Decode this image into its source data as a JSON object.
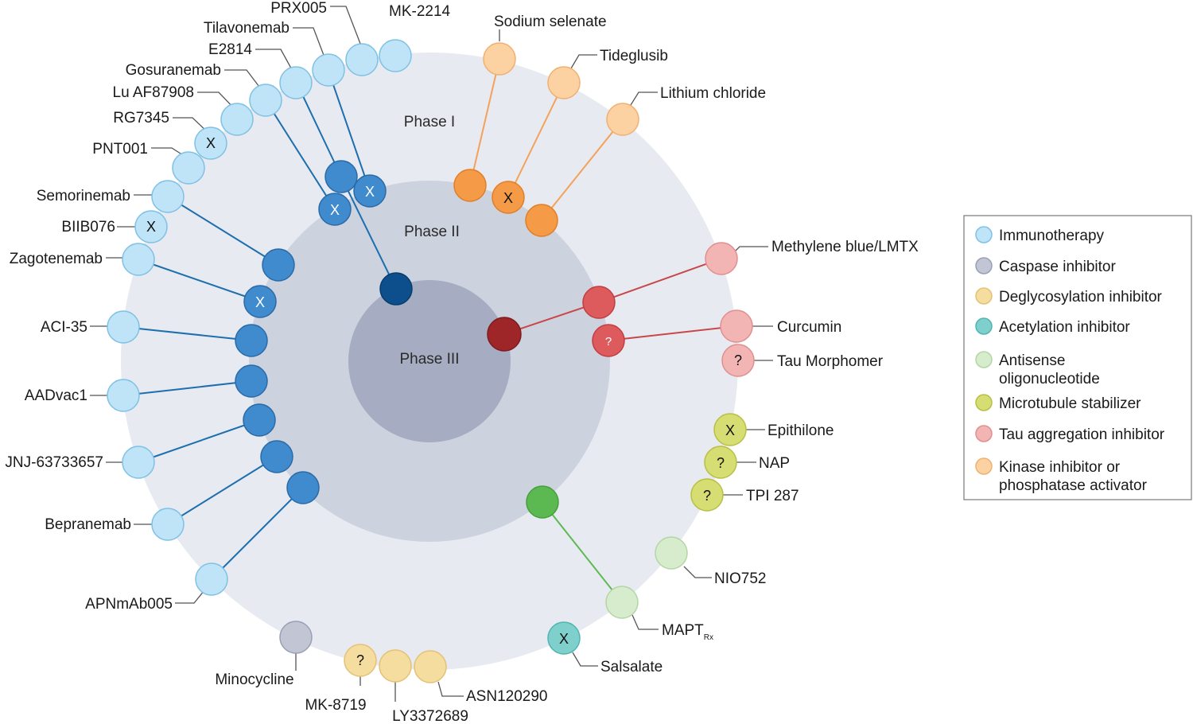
{
  "phases": [
    "Phase I",
    "Phase II",
    "Phase III"
  ],
  "colors": {
    "ring_phase1": "#e8eaf1",
    "ring_phase2": "#cdd2df",
    "ring_phase3": "#a6adc2",
    "immuno_light": "#bfe4f8",
    "immuno_stroke": "#7fc1e4",
    "immuno_mid": "#3f8bcd",
    "immuno_dark": "#0c4f8c",
    "immuno_line": "#1d6fae",
    "kinase_light": "#fcd2a3",
    "kinase_mid": "#f59a47",
    "kinase_line": "#f2a25a",
    "tau_light": "#f3b5b4",
    "tau_mid": "#de5b5d",
    "tau_dark": "#9e2628",
    "tau_line": "#c8484a",
    "asense_light": "#d7ebcd",
    "asense_mid": "#5cb851",
    "asense_line": "#5cb851",
    "acetyl_light": "#7fd0cc",
    "caspase_light": "#c2c5d4",
    "degly_light": "#f5dda0",
    "microtub_light": "#d6dd72"
  },
  "drugs": [
    {
      "name": "MK-2214",
      "class": "immunotherapy"
    },
    {
      "name": "PRX005",
      "class": "immunotherapy"
    },
    {
      "name": "Tilavonemab",
      "class": "immunotherapy",
      "discontinued": "X"
    },
    {
      "name": "E2814",
      "class": "immunotherapy"
    },
    {
      "name": "Gosuranemab",
      "class": "immunotherapy",
      "discontinued": "X"
    },
    {
      "name": "Lu AF87908",
      "class": "immunotherapy"
    },
    {
      "name": "RG7345",
      "class": "immunotherapy",
      "mark": "X"
    },
    {
      "name": "PNT001",
      "class": "immunotherapy"
    },
    {
      "name": "Semorinemab",
      "class": "immunotherapy"
    },
    {
      "name": "BIIB076",
      "class": "immunotherapy",
      "mark": "X"
    },
    {
      "name": "Zagotenemab",
      "class": "immunotherapy",
      "discontinued": "X"
    },
    {
      "name": "ACI-35",
      "class": "immunotherapy"
    },
    {
      "name": "AADvac1",
      "class": "immunotherapy"
    },
    {
      "name": "JNJ-63733657",
      "class": "immunotherapy"
    },
    {
      "name": "Bepranemab",
      "class": "immunotherapy"
    },
    {
      "name": "APNmAb005",
      "class": "immunotherapy"
    },
    {
      "name": "Sodium selenate",
      "class": "kinase"
    },
    {
      "name": "Tideglusib",
      "class": "kinase",
      "discontinued": "X"
    },
    {
      "name": "Lithium chloride",
      "class": "kinase"
    },
    {
      "name": "Methylene blue/LMTX",
      "class": "tau_aggregation"
    },
    {
      "name": "Curcumin",
      "class": "tau_aggregation",
      "phase2_mark": "?"
    },
    {
      "name": "Tau Morphomer",
      "class": "tau_aggregation",
      "mark": "?"
    },
    {
      "name": "Epithilone",
      "class": "microtubule",
      "mark": "X"
    },
    {
      "name": "NAP",
      "class": "microtubule",
      "mark": "?"
    },
    {
      "name": "TPI 287",
      "class": "microtubule",
      "mark": "?"
    },
    {
      "name": "NIO752",
      "class": "antisense"
    },
    {
      "name": "MAPT",
      "sub": "Rx",
      "class": "antisense"
    },
    {
      "name": "Salsalate",
      "class": "acetylation",
      "mark": "X"
    },
    {
      "name": "Minocycline",
      "class": "caspase"
    },
    {
      "name": "MK-8719",
      "class": "deglycosylation",
      "mark": "?"
    },
    {
      "name": "LY3372689",
      "class": "deglycosylation"
    },
    {
      "name": "ASN120290",
      "class": "deglycosylation"
    }
  ],
  "legend": [
    {
      "line1": "Immunotherapy",
      "line2": "",
      "color": "#bfe4f8",
      "stroke": "#7fc1e4",
      "name": "immunotherapy"
    },
    {
      "line1": "Caspase inhibitor",
      "line2": "",
      "color": "#c2c5d4",
      "stroke": "#9aa0b4",
      "name": "caspase"
    },
    {
      "line1": "Deglycosylation inhibitor",
      "line2": "",
      "color": "#f5dda0",
      "stroke": "#e3c177",
      "name": "deglycosylation"
    },
    {
      "line1": "Acetylation inhibitor",
      "line2": "",
      "color": "#7fd0cc",
      "stroke": "#4fb5b0",
      "name": "acetylation"
    },
    {
      "line1": "Antisense",
      "line2": "oligonucleotide",
      "color": "#d7ebcd",
      "stroke": "#b4d6a4",
      "name": "antisense"
    },
    {
      "line1": "Microtubule stabilizer",
      "line2": "",
      "color": "#d6dd72",
      "stroke": "#b8c043",
      "name": "microtubule"
    },
    {
      "line1": "Tau aggregation inhibitor",
      "line2": "",
      "color": "#f3b5b4",
      "stroke": "#e08f8e",
      "name": "tau-aggregation"
    },
    {
      "line1": "Kinase inhibitor or",
      "line2": "phosphatase activator",
      "color": "#fcd2a3",
      "stroke": "#f0b070",
      "name": "kinase"
    }
  ]
}
